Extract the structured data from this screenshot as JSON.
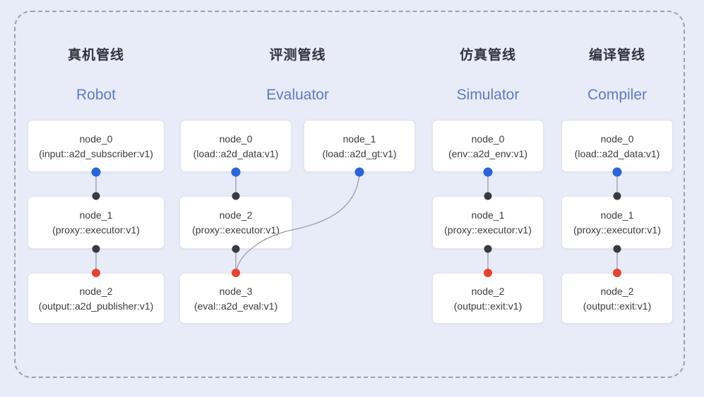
{
  "colors": {
    "background": "#E7ECF8",
    "frame_dash": "#9AA1AD",
    "box_bg": "#FFFFFF",
    "box_border": "#E2E4E9",
    "node_text": "#3B3C42",
    "title_zh": "#32333B",
    "title_en": "#5F7AC7",
    "line": "#989CA6",
    "dot_input": "#2A64DB",
    "dot_mid": "#3A3B40",
    "dot_output": "#E8432D"
  },
  "dot_legend": {
    "blue": "input-port",
    "dark": "proxy-port",
    "red": "output-port"
  },
  "pipelines": [
    {
      "title_zh": "真机管线",
      "title_en": "Robot",
      "nodes": [
        {
          "name": "node_0",
          "detail": "(input::a2d_subscriber:v1)"
        },
        {
          "name": "node_1",
          "detail": "(proxy::executor:v1)"
        },
        {
          "name": "node_2",
          "detail": "(output::a2d_publisher:v1)"
        }
      ]
    },
    {
      "title_zh": "评测管线",
      "title_en": "Evaluator",
      "nodes": [
        {
          "name": "node_0",
          "detail": "(load::a2d_data:v1)"
        },
        {
          "name": "node_1",
          "detail": "(load::a2d_gt:v1)"
        },
        {
          "name": "node_2",
          "detail": "(proxy::executor:v1)"
        },
        {
          "name": "node_3",
          "detail": "(eval::a2d_eval:v1)"
        }
      ]
    },
    {
      "title_zh": "仿真管线",
      "title_en": "Simulator",
      "nodes": [
        {
          "name": "node_0",
          "detail": "(env::a2d_env:v1)"
        },
        {
          "name": "node_1",
          "detail": "(proxy::executor:v1)"
        },
        {
          "name": "node_2",
          "detail": "(output::exit:v1)"
        }
      ]
    },
    {
      "title_zh": "编译管线",
      "title_en": "Compiler",
      "nodes": [
        {
          "name": "node_0",
          "detail": "(load::a2d_data:v1)"
        },
        {
          "name": "node_1",
          "detail": "(proxy::executor:v1)"
        },
        {
          "name": "node_2",
          "detail": "(output::exit:v1)"
        }
      ]
    }
  ]
}
